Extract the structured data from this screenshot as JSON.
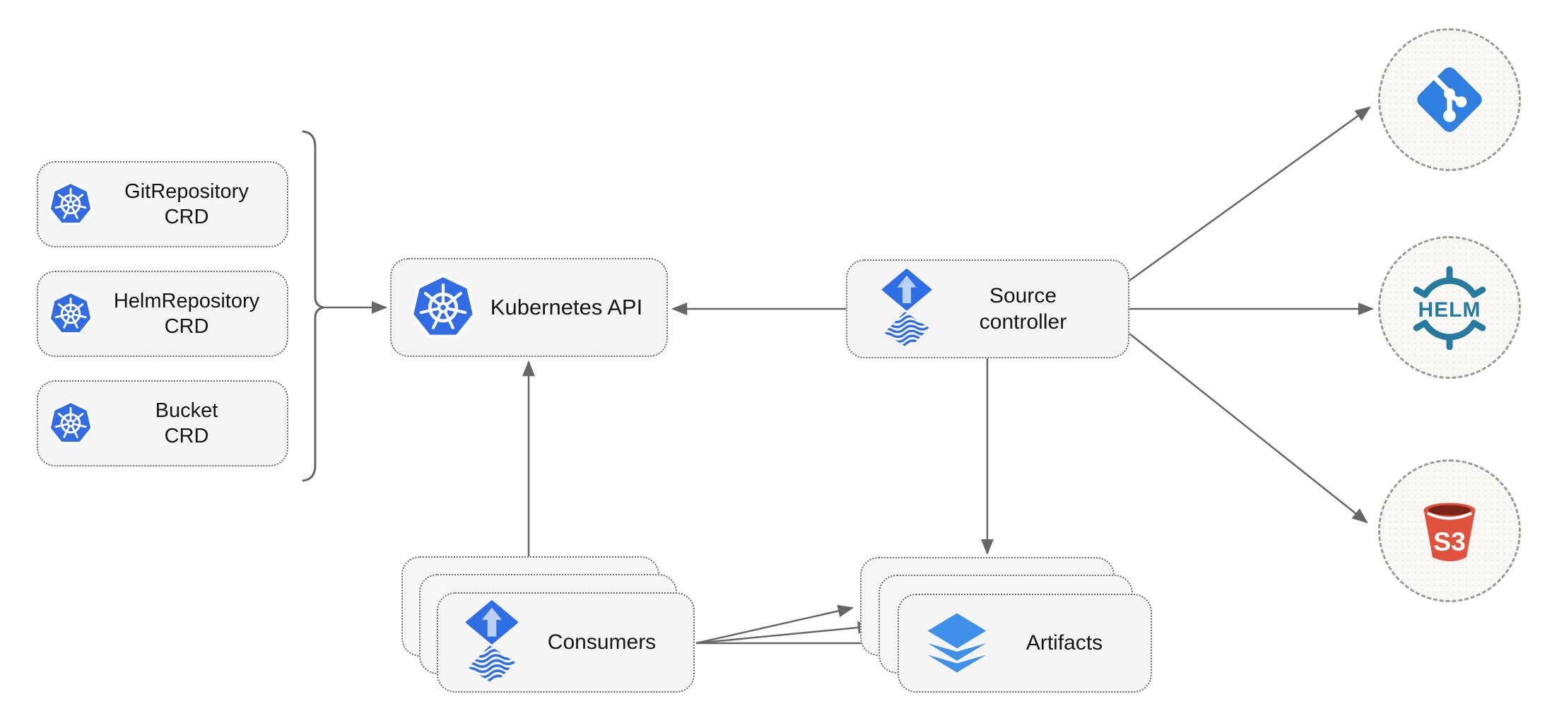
{
  "nodes": {
    "crd_boxes": [
      {
        "line1": "GitRepository",
        "line2": "CRD"
      },
      {
        "line1": "HelmRepository",
        "line2": "CRD"
      },
      {
        "line1": "Bucket",
        "line2": "CRD"
      }
    ],
    "kubernetes_api": {
      "label": "Kubernetes API"
    },
    "source_controller": {
      "line1": "Source",
      "line2": "controller"
    },
    "consumers": {
      "label": "Consumers"
    },
    "artifacts": {
      "label": "Artifacts"
    }
  },
  "external_sources": {
    "git": {
      "icon": "git-branch-diamond"
    },
    "helm": {
      "icon": "helm-wheel",
      "label": "HELM"
    },
    "s3": {
      "icon": "s3-bucket",
      "label": "S3"
    }
  },
  "icons": {
    "kubernetes": "kubernetes-wheel-heptagon",
    "flux": "flux-diamond-up-arrow",
    "artifacts": "layers-stack"
  },
  "colors": {
    "kubernetes_blue": "#326CE5",
    "flux_blue": "#2F6DE4",
    "flux_arrow_light": "#BCCFF4",
    "git_blue": "#2E7FE0",
    "helm_teal": "#277A9F",
    "s3_red": "#E0523E",
    "s3_dark_red": "#7B241C",
    "layers_blue": "#3E90E9",
    "node_fill": "#F5F5F5",
    "node_border": "#6B6B6B",
    "circle_fill": "#F9F8F5",
    "circle_border": "#9A9A9A",
    "edge": "#666666",
    "label_text": "#141414",
    "background": "#FFFFFF"
  }
}
